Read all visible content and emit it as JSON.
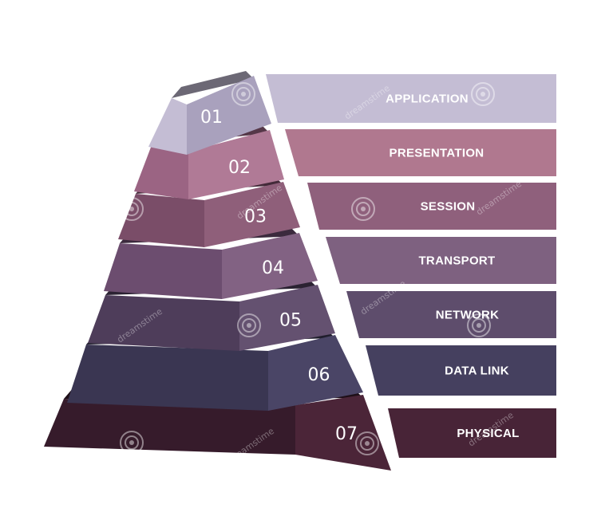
{
  "layers": [
    {
      "number": "01",
      "label": "APPLICATION",
      "front": "#c4bdd4",
      "side": "#a9a1bd",
      "bar": "#c4bdd4"
    },
    {
      "number": "02",
      "label": "PRESENTATION",
      "front": "#9b6483",
      "side": "#b07a96",
      "bar": "#b0788f"
    },
    {
      "number": "03",
      "label": "SESSION",
      "front": "#7a4d68",
      "side": "#8f5f7a",
      "bar": "#8f607c"
    },
    {
      "number": "04",
      "label": "TRANSPORT",
      "front": "#6c4d6f",
      "side": "#826283",
      "bar": "#7e6180"
    },
    {
      "number": "05",
      "label": "NETWORK",
      "front": "#4e3d5a",
      "side": "#645170",
      "bar": "#5e4d6c"
    },
    {
      "number": "06",
      "label": "DATA LINK",
      "front": "#3a3652",
      "side": "#4a4566",
      "bar": "#45405f"
    },
    {
      "number": "07",
      "label": "PHYSICAL",
      "front": "#361b2b",
      "side": "#4b2538",
      "bar": "#482437"
    }
  ],
  "watermark": "dreamstime"
}
